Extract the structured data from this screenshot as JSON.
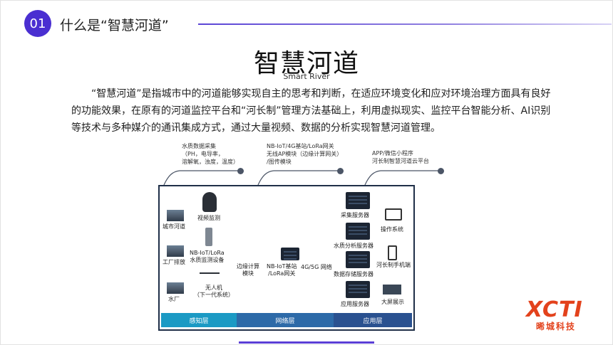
{
  "header": {
    "section_number": "01",
    "section_title": "什么是“智慧河道”"
  },
  "main_title": "智慧河道",
  "subtitle": "Smart River",
  "paragraph": "“智慧河道”是指城市中的河道能够实现自主的思考和判断，在适应环境变化和应对环境治理方面具有良好的功能效果，在原有的河道监控平台和“河长制”管理方法基础上，利用虚拟现实、监控平台智能分析、AI识别等技术与多种媒介的通讯集成方式，通过大量视频、数据的分析实现智慧河道管理。",
  "diagram": {
    "callouts": [
      "水质数据采集\n（PH，电导率，\n溶解氧，浊度，温度）",
      "NB-IoT/4G基站/LoRa网关\n无线AP模块（边缘计算网关）\n/图传模块",
      "APP/微信小程序\n河长制智慧河道云平台"
    ],
    "sources": [
      "城市河道",
      "工厂排放",
      "水厂"
    ],
    "devices": [
      "视频监测",
      "NB-IoT/LoRa\n水质监测设备",
      "无人机\n（下一代系统）"
    ],
    "edge": "边缘计算\n模块",
    "gateway": "NB-IoT基站\n/LoRa网关",
    "network": "4G/5G  网络",
    "servers": [
      "采集服务器",
      "水质分析服务器",
      "数据存储服务器",
      "应用服务器"
    ],
    "clients": [
      "操作系统",
      "河长制手机端",
      "大屏展示"
    ],
    "layers": [
      "感知层",
      "网络层",
      "应用层"
    ],
    "colors": {
      "layer1": "#1b9ac4",
      "layer2": "#2d6aa8",
      "layer3": "#2a5190"
    }
  },
  "logo": {
    "word": "XCTI",
    "cn": "晞城科技"
  }
}
